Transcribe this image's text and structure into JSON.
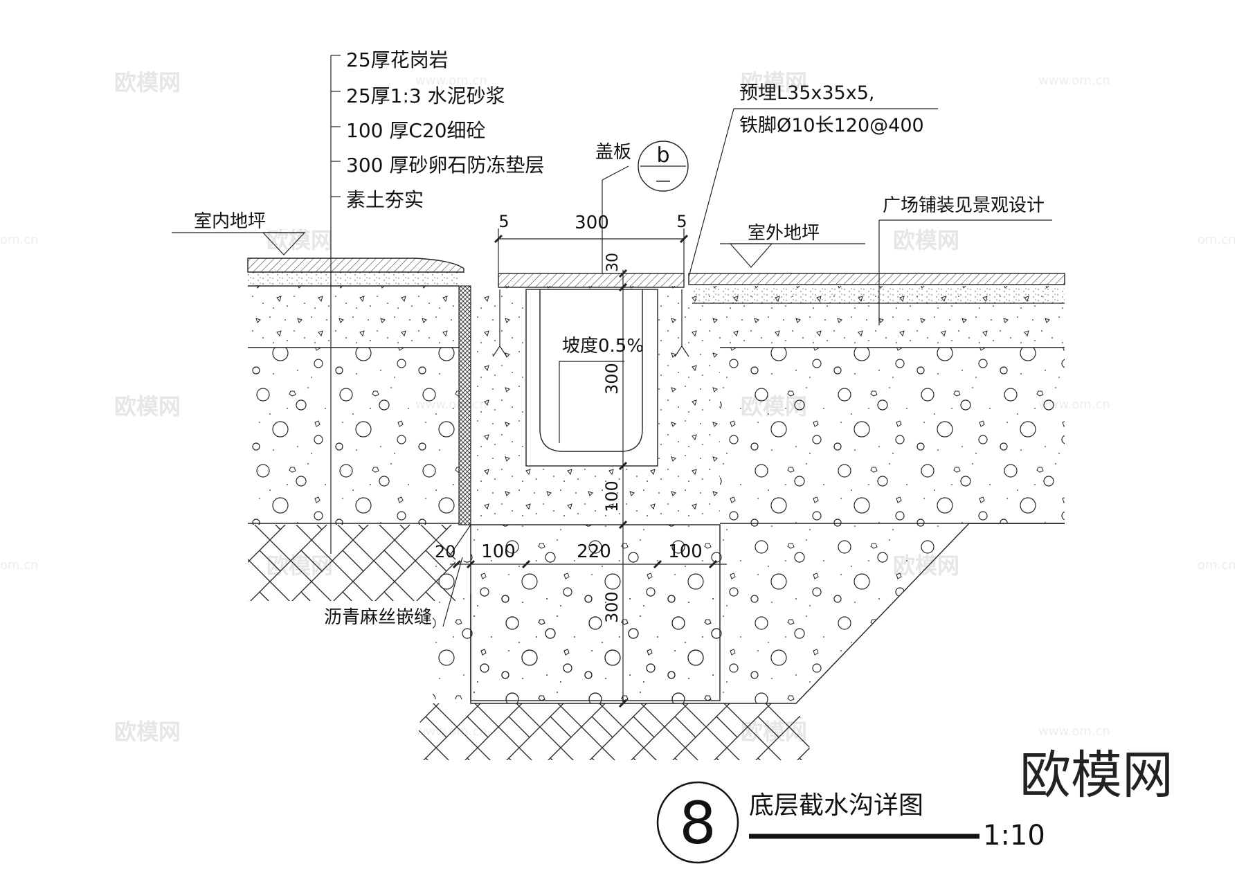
{
  "layers": {
    "l1": "25厚花岗岩",
    "l2": "25厚1:3 水泥砂浆",
    "l3": "100 厚C20细砼",
    "l4": "300 厚砂卵石防冻垫层",
    "l5": "素土夯实"
  },
  "labels": {
    "indoor_level": "室内地坪",
    "outdoor_level": "室外地坪",
    "cover_plate": "盖板",
    "detail_ref_top": "b",
    "detail_ref_bottom": "—",
    "embed_line1": "预埋L35x35x5,",
    "embed_line2": "铁脚Ø10长120@400",
    "plaza_note": "广场铺装见景观设计",
    "slope": "坡度0.5%",
    "joint": "沥青麻丝嵌缝"
  },
  "dims": {
    "top_left": "5",
    "top_mid": "300",
    "top_right": "5",
    "cover_thk": "30",
    "channel_depth": "300",
    "base_thk": "100",
    "bot_a": "20",
    "bot_b": "100",
    "bot_c": "220",
    "bot_d": "100",
    "footing_depth": "300"
  },
  "title": {
    "number": "8",
    "name": "底层截水沟详图",
    "scale": "1:10"
  },
  "watermark": {
    "brand": "欧模网",
    "url": "www.om.cn",
    "url2": "om.cn"
  }
}
